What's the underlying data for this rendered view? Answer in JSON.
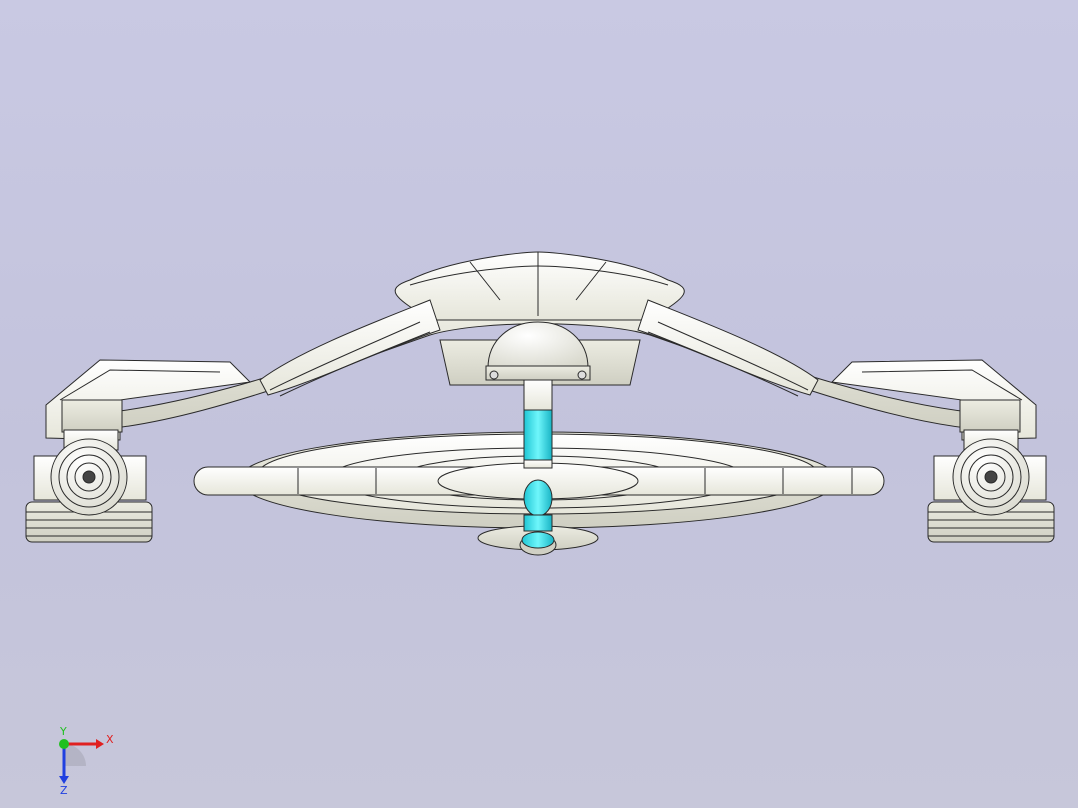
{
  "viewport": {
    "name": "graphics-area",
    "background_top": "#c9c9e3",
    "background_bottom": "#c7c7da"
  },
  "model": {
    "body_color": "#f4f4ec",
    "edge_color": "#2a2a2a",
    "shade_color": "#e2e2d6",
    "highlight_color": "#3fe0e8"
  },
  "triad": {
    "x_label": "X",
    "y_label": "Y",
    "z_label": "Z",
    "x_color": "#e02020",
    "y_color": "#20c020",
    "z_color": "#2040e0"
  }
}
